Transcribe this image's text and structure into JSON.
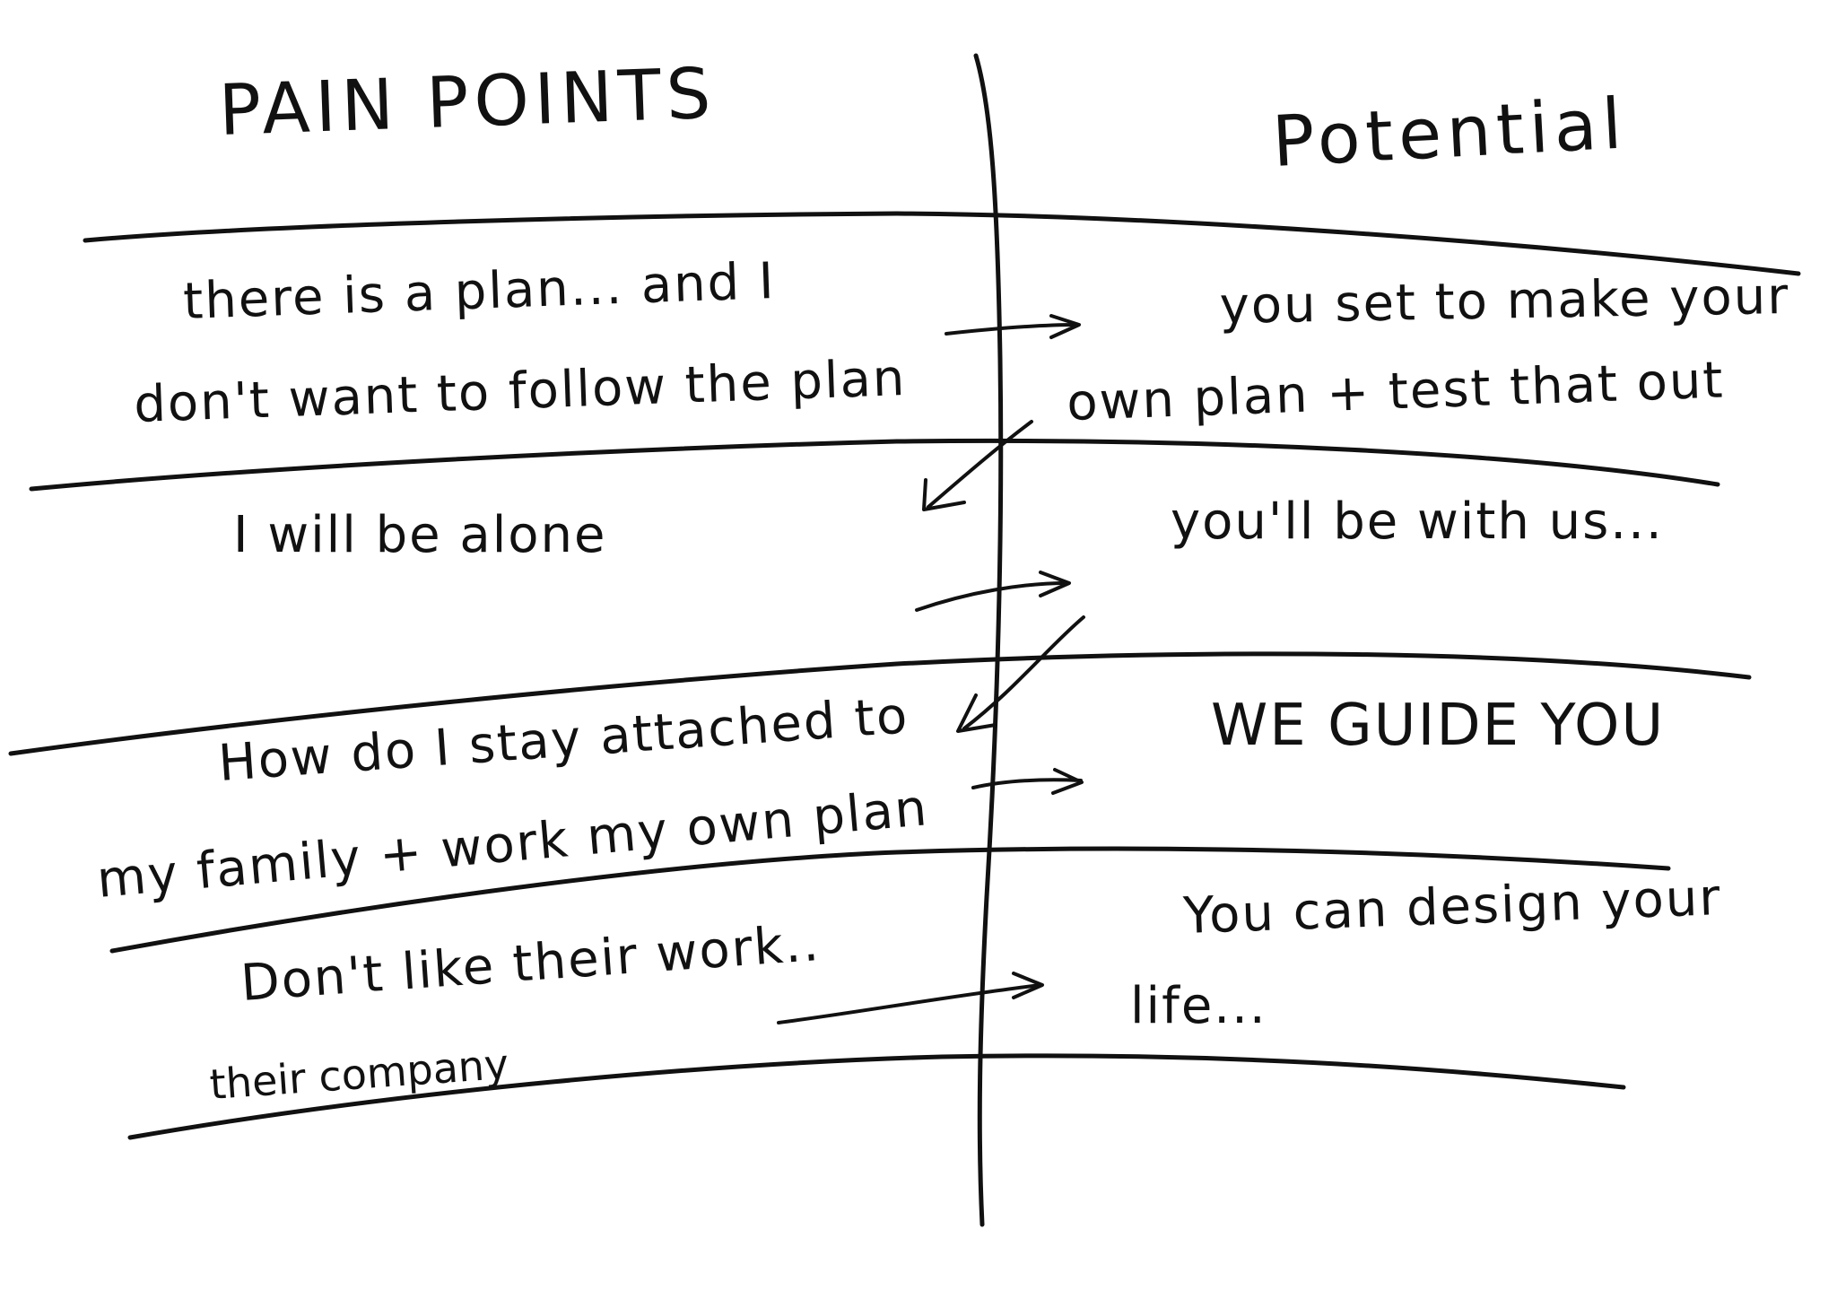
{
  "headings": {
    "left": "PAIN POINTS",
    "right": "Potential"
  },
  "rows": [
    {
      "pain": [
        "there is a plan... and I",
        "don't want to follow the plan"
      ],
      "potential": [
        "you set to make your",
        "own plan + test that out"
      ]
    },
    {
      "pain": [
        "I will be alone"
      ],
      "potential": [
        "you'll be with us..."
      ]
    },
    {
      "pain": [
        "How do I stay attached to",
        "my family + work my own plan"
      ],
      "potential": [
        "WE GUIDE YOU"
      ]
    },
    {
      "pain": [
        "Don't like their work..",
        "their company"
      ],
      "potential": [
        "You can design your",
        "life..."
      ]
    }
  ]
}
